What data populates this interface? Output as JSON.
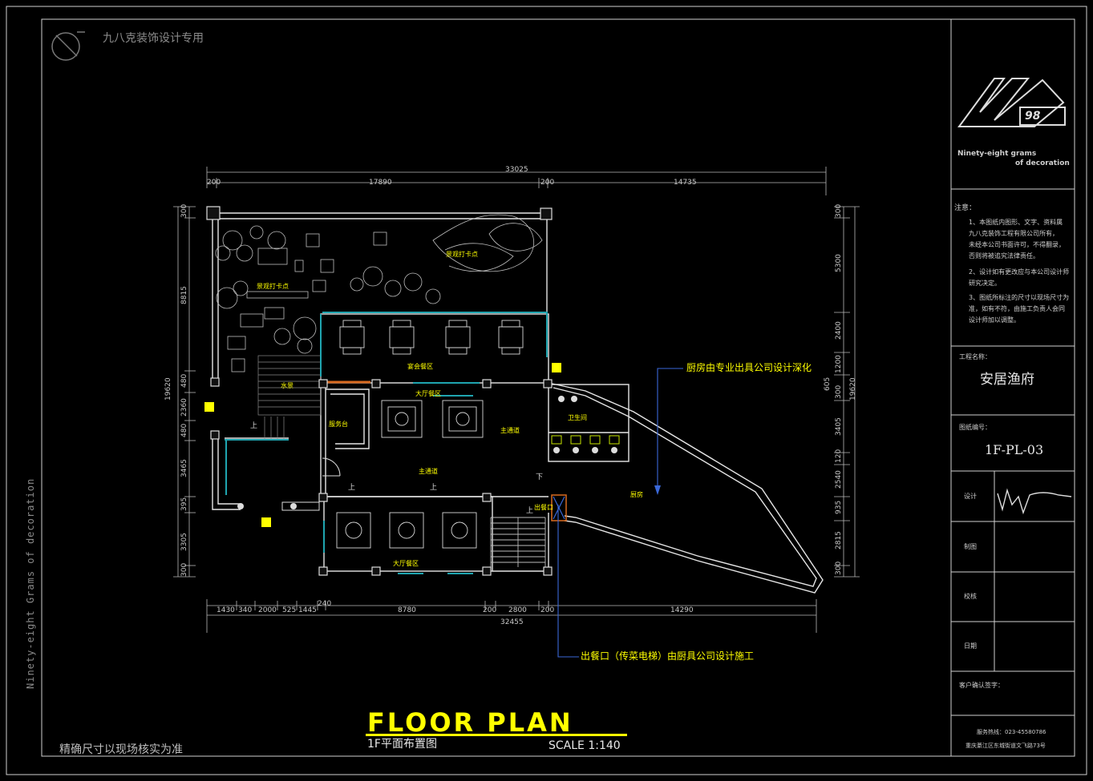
{
  "header": {
    "company_watermark": "九八克装饰设计专用",
    "side_text": "Ninety-eight Grams of decoration"
  },
  "note_bottom_left": "精确尺寸以现场核实为准",
  "title_block": {
    "logo_text": "98",
    "brand_line1": "Ninety-eight grams",
    "brand_line2": "of decoration",
    "notes_label": "注意：",
    "notes": [
      "1、本图纸内图形、文字、资料属",
      "九八克装饰工程有限公司所有，",
      "未经本公司书面许可，不得翻录，",
      "否则将被追究法律责任。",
      "2、设计如有更改应与本公司设计师",
      "研究决定。",
      "3、图纸所标注的尺寸以现场尺寸为",
      "准，如有不符，由施工负责人会同",
      "设计师加以调整。"
    ],
    "project_label": "工程名称：",
    "project_name": "安居渔府",
    "drawing_no_label": "图纸编号：",
    "drawing_no": "1F-PL-03",
    "design_label": "设计",
    "drafting_label": "制图",
    "check_label": "校核",
    "date_label": "日期",
    "client_confirm_label": "客户确认签字：",
    "hotline": "服务热线：023-45580786",
    "address": "重庆綦江区东城街道文飞路73号"
  },
  "plan_title": {
    "main": "FLOOR PLAN",
    "sub": "1F平面布置图",
    "scale": "SCALE 1:140"
  },
  "annotations": {
    "kitchen_note": "厨房由专业出具公司设计深化",
    "outlet_note": "出餐口（传菜电梯）由厨具公司设计施工"
  },
  "rooms": {
    "landscape_seat_1": "景观打卡点",
    "landscape_seat_2": "景观打卡点",
    "waterscape": "水景",
    "banquet_area": "宴会餐区",
    "hall_area_1": "大厅餐区",
    "hall_area_2": "大厅餐区",
    "service_desk": "服务台",
    "main_aisle_1": "主通道",
    "main_aisle_2": "主通道",
    "restroom": "卫生间",
    "kitchen": "厨房",
    "food_outlet": "出餐口",
    "up_1": "上",
    "up_2": "上",
    "up_3": "上",
    "up_4": "上",
    "down_1": "下"
  },
  "dimensions": {
    "top_total": "33025",
    "top_segments": [
      "200",
      "17890",
      "200",
      "14735"
    ],
    "bottom_total": "32455",
    "bottom_segments": [
      "1430",
      "340",
      "2000",
      "525",
      "1445",
      "240",
      "8780",
      "200",
      "2800",
      "200",
      "14290"
    ],
    "left_total": "19620",
    "left_segments": [
      "300",
      "8815",
      "480",
      "2360",
      "480",
      "3465",
      "395",
      "3305",
      "300"
    ],
    "right_total": "19620",
    "right_segments": [
      "300",
      "5300",
      "2400",
      "1200",
      "605",
      "300",
      "3405",
      "120",
      "2540",
      "935",
      "2815",
      "300"
    ]
  }
}
